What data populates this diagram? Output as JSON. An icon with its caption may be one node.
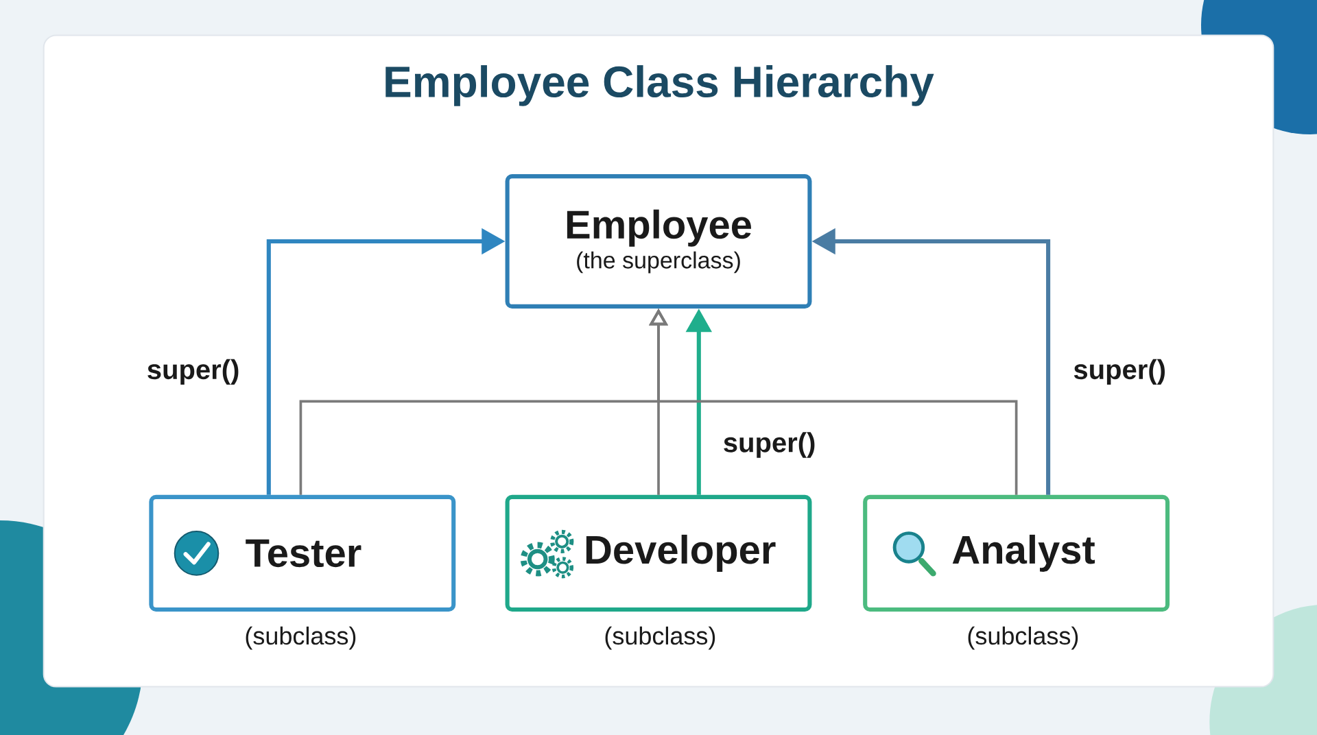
{
  "diagram": {
    "title": "Employee Class Hierarchy",
    "nodes": [
      {
        "text": [
          "Employee",
          "(the superclass)"
        ]
      },
      {
        "text": [
          "Tester"
        ],
        "beside": [
          "(subclass)"
        ]
      },
      {
        "text": [
          "Developer"
        ],
        "beside": [
          "(subclass)"
        ]
      },
      {
        "text": [
          "Analyst"
        ],
        "beside": [
          "(subclass)"
        ]
      }
    ],
    "edges": [
      {
        "from": 1,
        "to": 0,
        "arrow": "to",
        "label": "super()",
        "color": "#2f86c0"
      },
      {
        "from": 2,
        "to": 0,
        "arrow": "to",
        "label": "super()",
        "color": "#1fae8c"
      },
      {
        "from": 3,
        "to": 0,
        "arrow": "to",
        "label": "super()",
        "color": "#4a7ca3"
      },
      {
        "from": 1,
        "to": 0,
        "arrow": "to",
        "color": "#7a7a7a"
      },
      {
        "from": 2,
        "to": 0,
        "arrow": "to",
        "color": "#7a7a7a"
      },
      {
        "from": 3,
        "to": 0,
        "arrow": "to",
        "color": "#7a7a7a"
      }
    ]
  }
}
